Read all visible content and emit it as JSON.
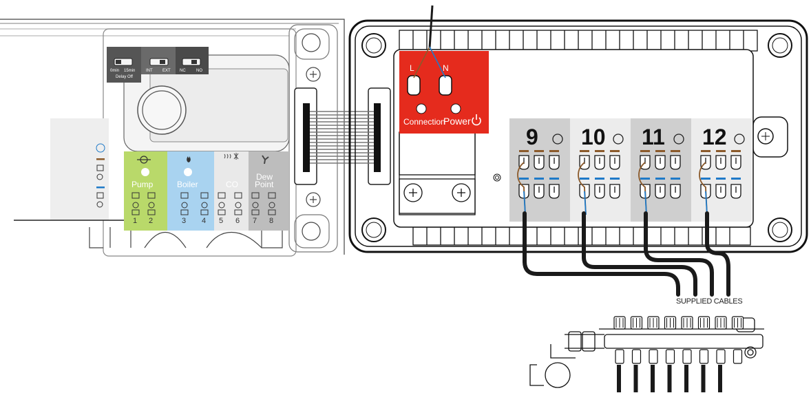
{
  "terminal_block": {
    "L": "L",
    "N": "N",
    "connection": "Connection",
    "power": "Power"
  },
  "switches": {
    "time_left": "0min",
    "time_right": "15min",
    "time_sub": "Delay Off",
    "source_left": "INT",
    "source_right": "EXT",
    "mode_left": "NC",
    "mode_right": "NO"
  },
  "outputs": [
    {
      "label": "Pump",
      "terminals": [
        "1",
        "2"
      ],
      "color": "#b9d96a"
    },
    {
      "label": "Boiler",
      "terminals": [
        "3",
        "4"
      ],
      "color": "#a9d3f0"
    },
    {
      "label": "CO",
      "terminals": [
        "5",
        "6"
      ],
      "color": "#e9e9e9"
    },
    {
      "label": "Dew",
      "label2": "Point",
      "terminals": [
        "7",
        "8"
      ],
      "color": "#bdbdbd"
    }
  ],
  "zones": [
    {
      "number": "9"
    },
    {
      "number": "10"
    },
    {
      "number": "11"
    },
    {
      "number": "12"
    }
  ],
  "cables_label": "SUPPLIED CABLES",
  "colors": {
    "red_block": "#e52b1d",
    "brown_wire": "#8b5a2b",
    "blue_wire": "#1f7ac8",
    "cable": "#1a1a1a"
  }
}
